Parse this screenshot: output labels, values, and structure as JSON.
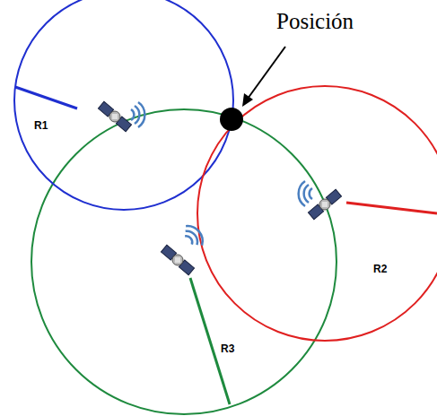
{
  "diagram": {
    "labels": [
      "Posición",
      "R1",
      "R2",
      "R3"
    ]
  }
}
